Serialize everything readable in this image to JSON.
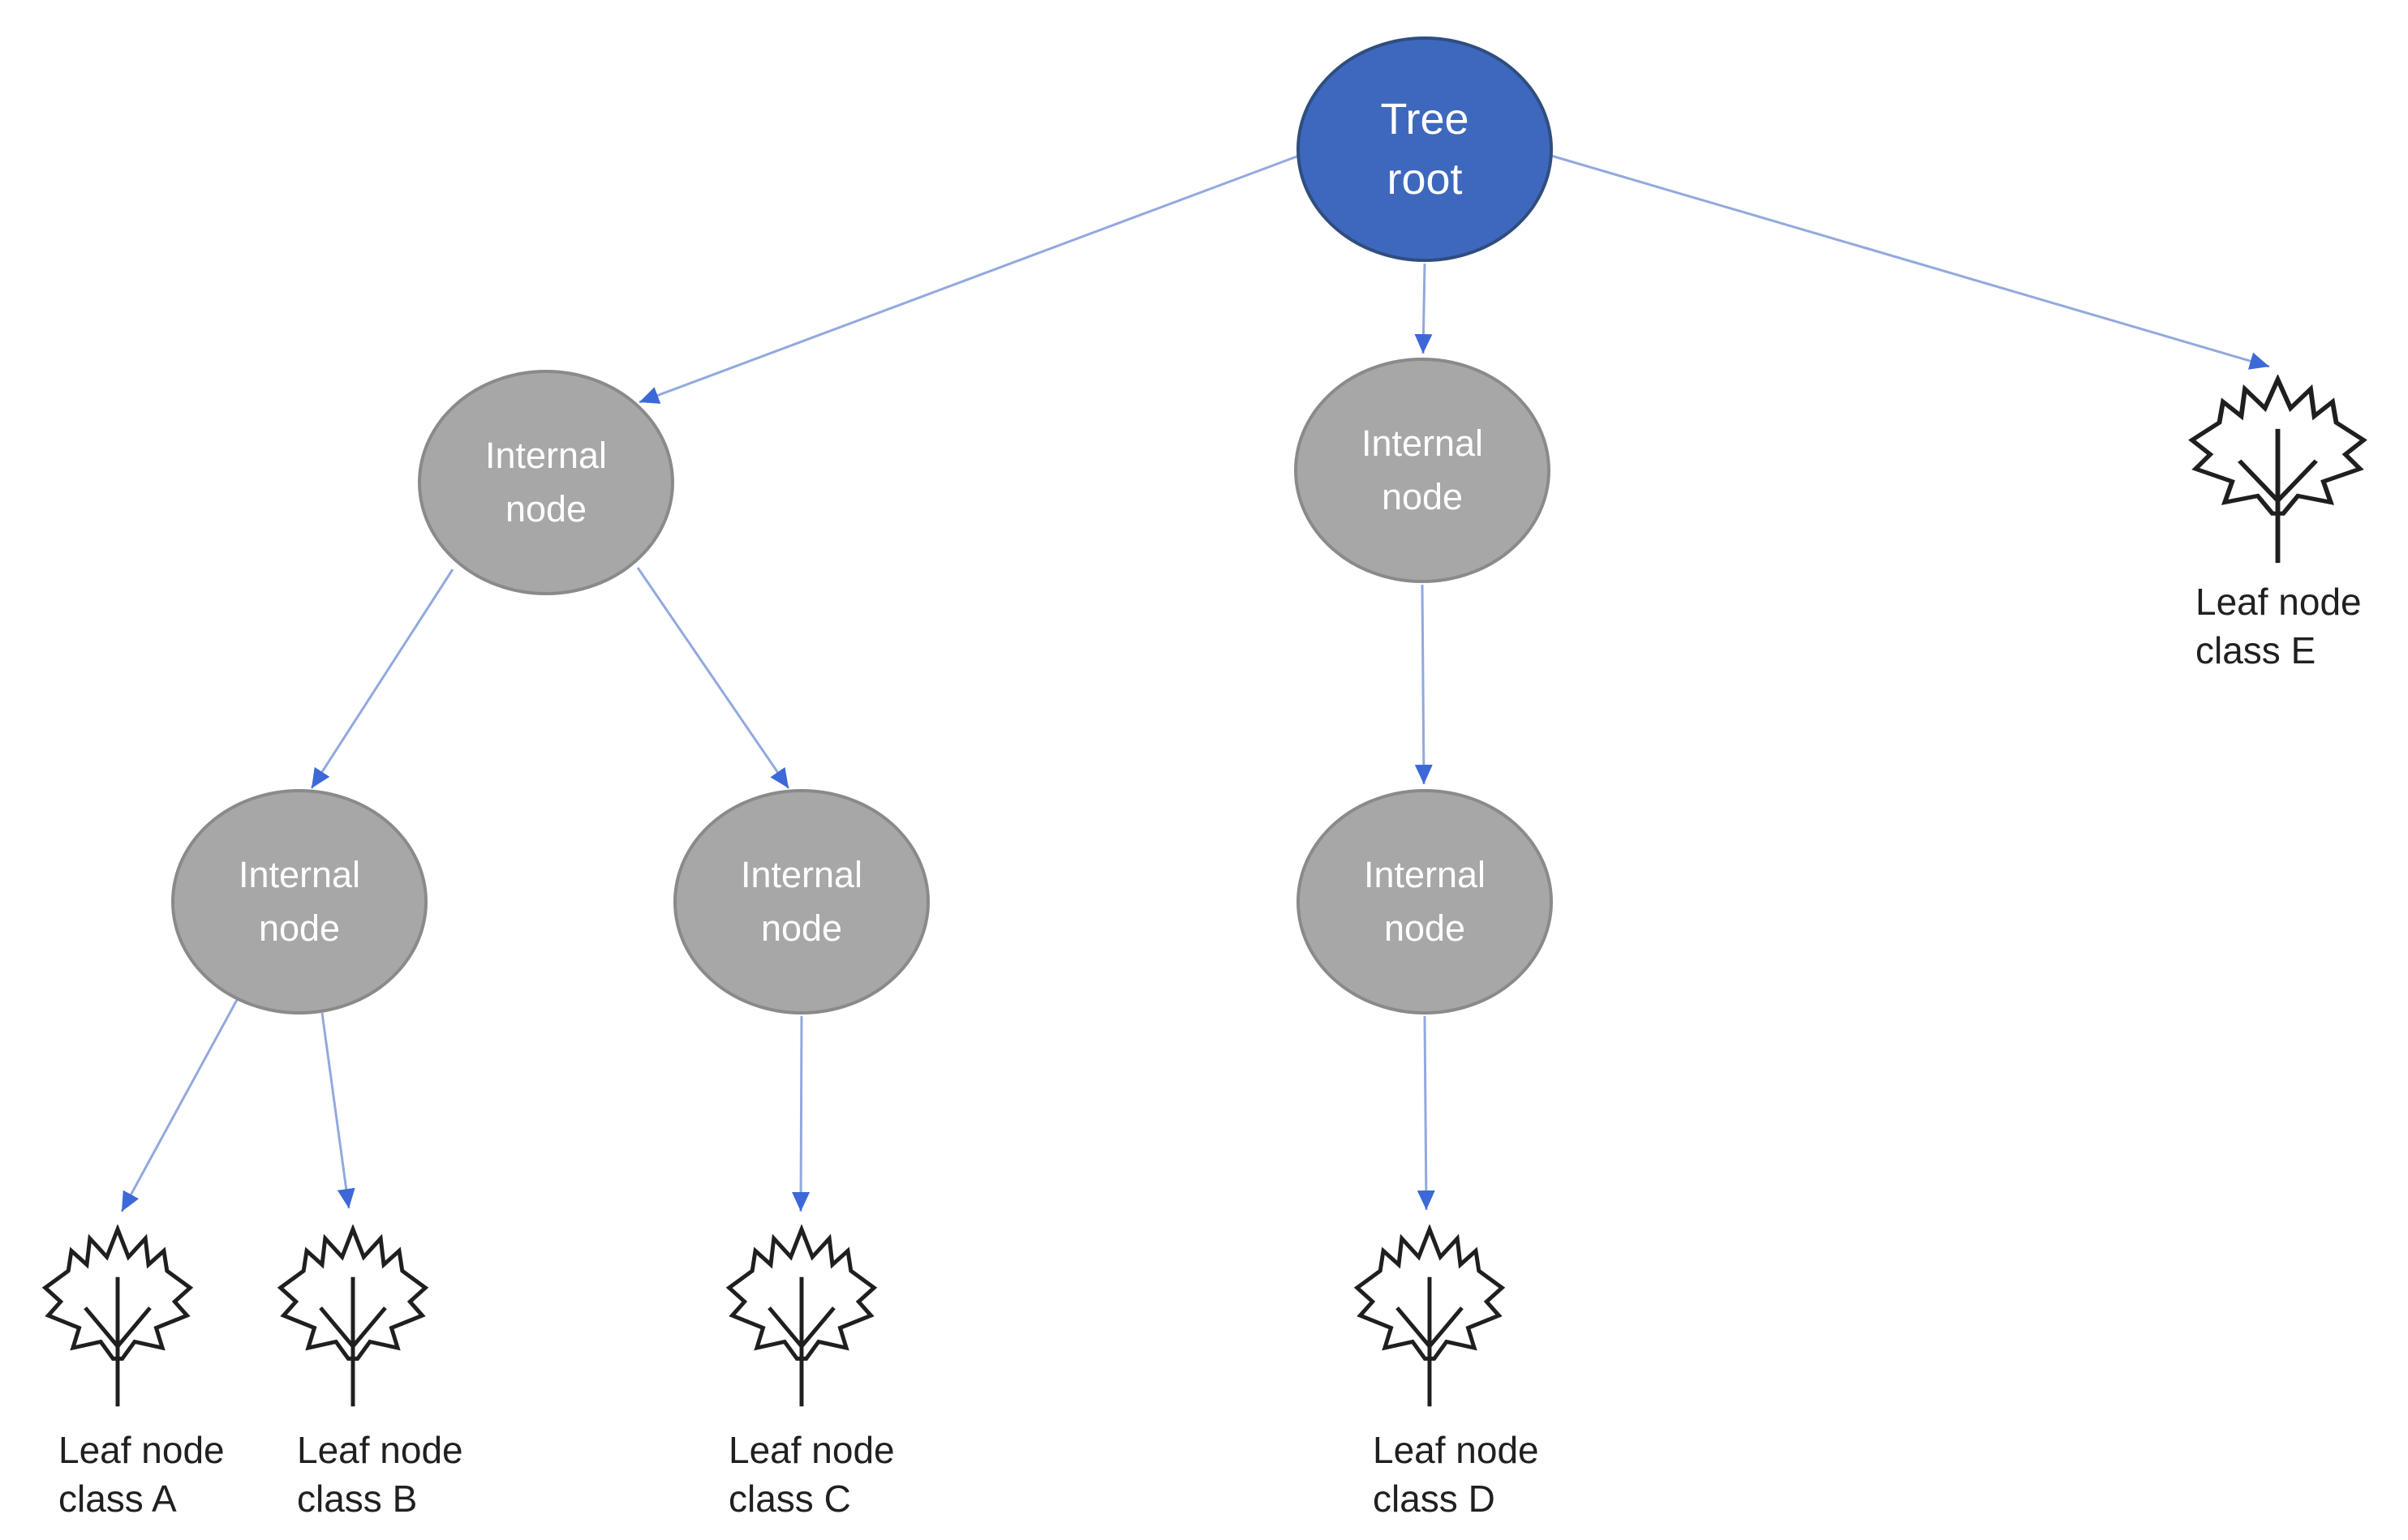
{
  "colors": {
    "background": "#FFFFFF",
    "root_fill": "#3E68BE",
    "root_border": "#2F4E7E",
    "internal_fill": "#A7A7A7",
    "internal_border": "#8A8A8A",
    "node_text": "#FFFFFF",
    "edge_line": "#92A9DE",
    "edge_arrow": "#3D68D8",
    "leaf_outline": "#1F1F1F",
    "label_text": "#202020"
  },
  "root_node": {
    "line1": "Tree",
    "line2": "root"
  },
  "internal_node": {
    "line1": "Internal",
    "line2": "node"
  },
  "leaf_nodes": [
    {
      "line1": "Leaf node",
      "line2": "class A"
    },
    {
      "line1": "Leaf node",
      "line2": "class B"
    },
    {
      "line1": "Leaf node",
      "line2": "class C"
    },
    {
      "line1": "Leaf node",
      "line2": "class D"
    },
    {
      "line1": "Leaf node",
      "line2": "class E"
    }
  ],
  "edges": [
    {
      "from": "tree-root",
      "to": "internal-1"
    },
    {
      "from": "tree-root",
      "to": "internal-2"
    },
    {
      "from": "tree-root",
      "to": "leaf-e"
    },
    {
      "from": "internal-1",
      "to": "internal-3"
    },
    {
      "from": "internal-1",
      "to": "internal-4"
    },
    {
      "from": "internal-2",
      "to": "internal-5"
    },
    {
      "from": "internal-3",
      "to": "leaf-a"
    },
    {
      "from": "internal-3",
      "to": "leaf-b"
    },
    {
      "from": "internal-4",
      "to": "leaf-c"
    },
    {
      "from": "internal-5",
      "to": "leaf-d"
    }
  ]
}
